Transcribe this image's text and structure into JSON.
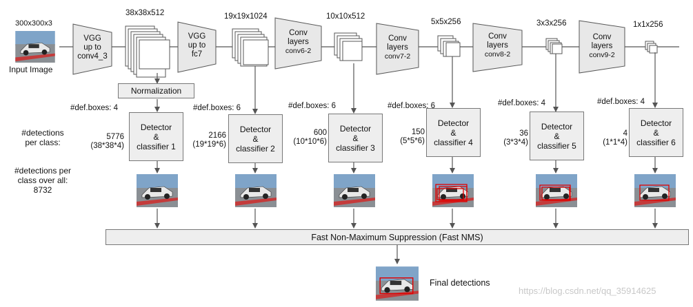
{
  "input": {
    "size_label": "300x300x3",
    "caption": "Input Image"
  },
  "vgg_blocks": [
    {
      "line1": "VGG",
      "line2": "up to",
      "line3": "conv4_3"
    },
    {
      "line1": "VGG",
      "line2": "up to",
      "line3": "fc7"
    }
  ],
  "conv_blocks": [
    {
      "line1": "Conv",
      "line2": "layers",
      "line3": "conv6-2"
    },
    {
      "line1": "Conv",
      "line2": "layers",
      "line3": "conv7-2"
    },
    {
      "line1": "Conv",
      "line2": "layers",
      "line3": "conv8-2"
    },
    {
      "line1": "Conv",
      "line2": "layers",
      "line3": "conv9-2"
    }
  ],
  "feature_maps": [
    "38x38x512",
    "19x19x1024",
    "10x10x512",
    "5x5x256",
    "3x3x256",
    "1x1x256"
  ],
  "normalization_label": "Normalization",
  "row_labels": {
    "detections_per_class": [
      "#detections",
      "per class:"
    ],
    "detections_all": [
      "#detections per",
      "class over all:",
      "8732"
    ]
  },
  "heads": [
    {
      "def_boxes": "#def.boxes: 4",
      "count": "5776",
      "formula": "(38*38*4)",
      "detector": [
        "Detector",
        "&",
        "classifier 1"
      ]
    },
    {
      "def_boxes": "#def.boxes: 6",
      "count": "2166",
      "formula": "(19*19*6)",
      "detector": [
        "Detector",
        "&",
        "classifier 2"
      ]
    },
    {
      "def_boxes": "#def.boxes: 6",
      "count": "600",
      "formula": "(10*10*6)",
      "detector": [
        "Detector",
        "&",
        "classifier 3"
      ]
    },
    {
      "def_boxes": "#def.boxes: 6",
      "count": "150",
      "formula": "(5*5*6)",
      "detector": [
        "Detector",
        "&",
        "classifier 4"
      ]
    },
    {
      "def_boxes": "#def.boxes: 4",
      "count": "36",
      "formula": "(3*3*4)",
      "detector": [
        "Detector",
        "&",
        "classifier 5"
      ]
    },
    {
      "def_boxes": "#def.boxes: 4",
      "count": "4",
      "formula": "(1*1*4)",
      "detector": [
        "Detector",
        "&",
        "classifier 6"
      ]
    }
  ],
  "nms_label": "Fast Non-Maximum  Suppression (Fast NMS)",
  "final_label": "Final detections",
  "watermark": "https://blog.csdn.net/qq_35914625",
  "colors": {
    "block_fill": "#e8e8e8",
    "block_stroke": "#555555",
    "arrow": "#555555",
    "detection_box": "#e00000",
    "nms_fill": "#eeeeee"
  }
}
